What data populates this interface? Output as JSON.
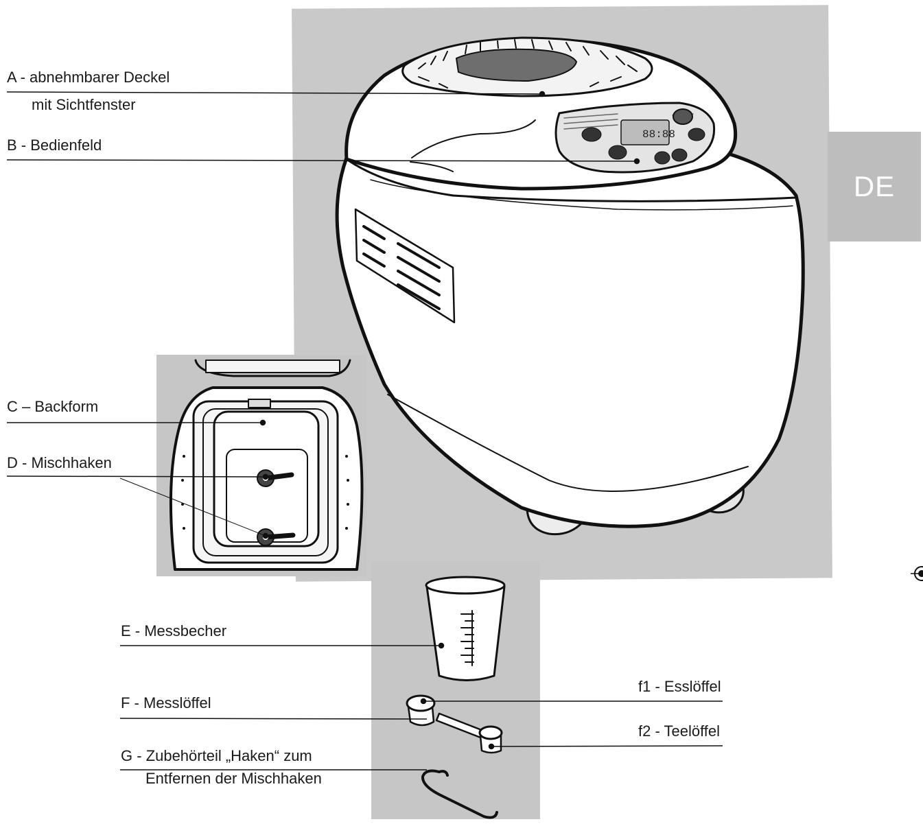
{
  "tab": {
    "text": "DE"
  },
  "labels": {
    "a_line1": "A - abnehmbarer Deckel",
    "a_line2": "mit Sichtfenster",
    "b": "B - Bedienfeld",
    "c": "C – Backform",
    "d": "D - Mischhaken",
    "e": "E - Messbecher",
    "f": "F - Messlöffel",
    "f1": "f1 - Esslöffel",
    "f2": "f2 - Teelöffel",
    "g_line1": "G - Zubehörteil „Haken“ zum",
    "g_line2": "Entfernen der Mischhaken"
  },
  "display": {
    "digits": "88:88"
  },
  "colors": {
    "panel": "#c9c9c9",
    "tab": "#bdbdbd",
    "ink": "#1a1a1a"
  }
}
